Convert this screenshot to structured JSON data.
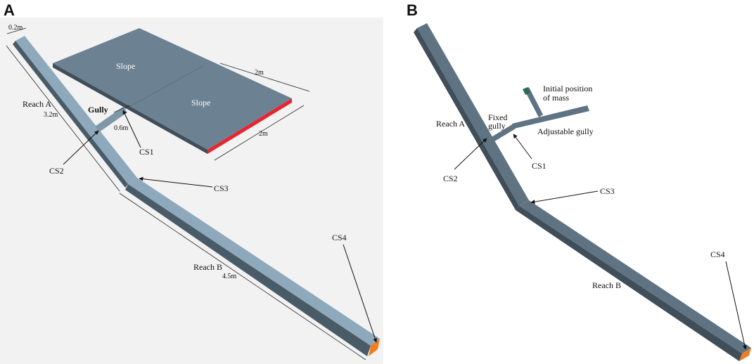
{
  "panels": {
    "a": {
      "letter": "A",
      "labels": {
        "width_top": "0.2m",
        "reach_a": "Reach A",
        "reach_a_len": "3.2m",
        "gully": "Gully",
        "gully_len": "0.6m",
        "slope_upper": "Slope",
        "slope_lower": "Slope",
        "slope_len_top": "2m",
        "slope_len_bottom": "2m",
        "cs1": "CS1",
        "cs2": "CS2",
        "cs3": "CS3",
        "cs4": "CS4",
        "reach_b": "Reach B",
        "reach_b_len": "4.5m"
      }
    },
    "b": {
      "letter": "B",
      "labels": {
        "initial_pos_1": "Initial position",
        "initial_pos_2": "of mass",
        "fixed_1": "Fixed",
        "fixed_2": "gully",
        "adjustable_gully": "Adjustable gully",
        "reach_a": "Reach A",
        "cs1": "CS1",
        "cs2": "CS2",
        "cs3": "CS3",
        "cs4": "CS4",
        "reach_b": "Reach B"
      }
    }
  },
  "colors": {
    "channel_light": "#8fa9bc",
    "channel_dark": "#4a5b68",
    "slope_surface": "#6c8192",
    "outlet": "#ef7d22",
    "slope_edge": "#e8242e",
    "mass": "#2e6b4f"
  }
}
